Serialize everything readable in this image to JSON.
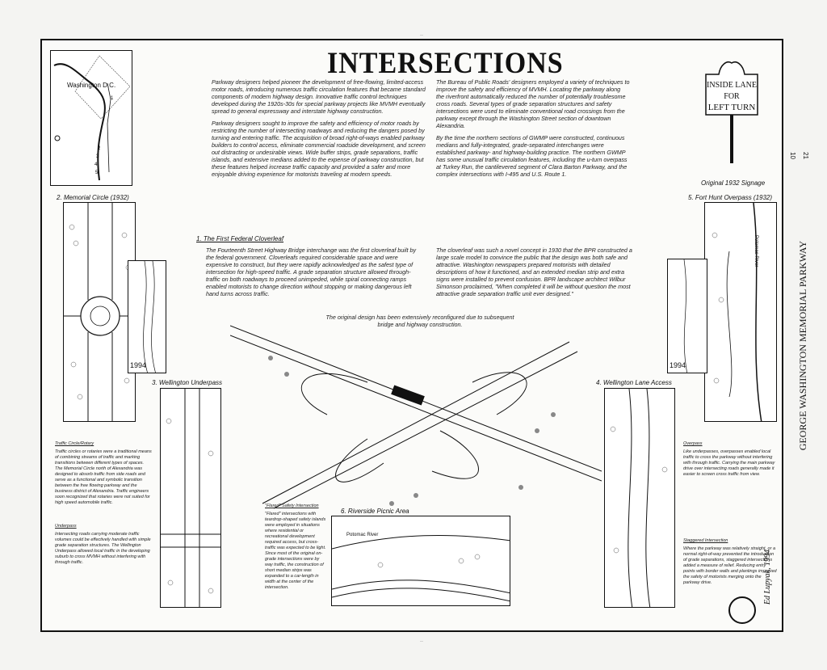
{
  "title": "INTERSECTIONS",
  "map_label": "Washington D.C.",
  "signage": {
    "line1": "INSIDE LANE",
    "line2": "FOR",
    "line3": "LEFT TURN",
    "caption": "Original 1932 Signage"
  },
  "intro_left": [
    "Parkway designers helped pioneer the development of free-flowing, limited-access motor roads, introducing numerous traffic circulation features that became standard components of modern highway design. Innovative traffic control techniques developed during the 1920s-30s for special parkway projects like MVMH eventually spread to general expressway and interstate highway construction.",
    "Parkway designers sought to improve the safety and efficiency of motor roads by restricting the number of intersecting roadways and reducing the dangers posed by turning and entering traffic. The acquisition of broad right-of-ways enabled parkway builders to control access, eliminate commercial roadside development, and screen out distracting or undesirable views. Wide buffer strips, grade separations, traffic islands, and extensive medians added to the expense of parkway construction, but these features helped increase traffic capacity and provided a safer and more enjoyable driving experience for motorists traveling at modern speeds."
  ],
  "intro_right": [
    "The Bureau of Public Roads' designers employed a variety of techniques to improve the safety and efficiency of MVMH. Locating the parkway along the riverfront automatically reduced the number of potentially troublesome cross roads. Several types of grade separation structures and safety intersections were used to eliminate conventional road crossings from the parkway except through the Washington Street section of downtown Alexandria.",
    "By the time the northern sections of GWMP were constructed, continuous medians and fully-integrated, grade-separated interchanges were established parkway- and highway-building practice. The northern GWMP has some unusual traffic circulation features, including the u-turn overpass at Turkey Run, the cantilevered segment of Clara Barton Parkway, and the complex intersections with I-495 and U.S. Route 1."
  ],
  "cloverleaf": {
    "heading": "1. The First Federal Cloverleaf",
    "left": "The Fourteenth Street Highway Bridge interchange was the first cloverleaf built by the federal government. Cloverleafs required considerable space and were expensive to construct, but they were rapidly acknowledged as the safest type of intersection for high-speed traffic. A grade separation structure allowed through-traffic on both roadways to proceed unimpeded, while spiral connecting ramps enabled motorists to change direction without stopping or making dangerous left hand turns across traffic.",
    "right": "The cloverleaf was such a novel concept in 1930 that the BPR constructed a large scale model to convince the public that the design was both safe and attractive. Washington newspapers prepared motorists with detailed descriptions of how it functioned, and an extended median strip and extra signs were installed to prevent confusion. BPR landscape architect Wilbur Simonson proclaimed, \"When completed it will be without question the most attractive grade separation traffic unit ever designed.\"",
    "note": "The original design has been extensively reconfigured due to subsequent bridge and highway construction."
  },
  "captions": {
    "memorial_circle": "2. Memorial Circle (1932)",
    "wellington_underpass": "3. Wellington Underpass",
    "wellington_lane": "4. Wellington Lane Access",
    "fort_hunt": "5. Fort Hunt Overpass (1932)",
    "riverside": "6. Riverside Picnic Area",
    "year_1994_a": "1994",
    "year_1994_b": "1994",
    "potomac": "Potomac River"
  },
  "left_notes": {
    "h1": "Traffic Circle/Rotary",
    "t1": "Traffic circles or rotaries were a traditional means of combining streams of traffic and marking transitions between different types of spaces. The Memorial Circle north of Alexandria was designed to absorb traffic from side roads and serve as a functional and symbolic transition between the free flowing parkway and the business district of Alexandria. Traffic engineers soon recognized that rotaries were not suited for high speed automobile traffic.",
    "h2": "Underpass",
    "t2": "Intersecting roads carrying moderate traffic volumes could be effectively handled with simple grade separation structures. The Wellington Underpass allowed local traffic in the developing suburb to cross MVMH without interfering with through traffic."
  },
  "right_notes": {
    "h1": "Overpass",
    "t1": "Like underpasses, overpasses enabled local traffic to cross the parkway without interfering with through traffic. Carrying the main parkway drive over intersecting roads generally made it easier to screen cross traffic from view.",
    "h2": "Staggered Intersection",
    "t2": "Where the parkway was relatively straight, or a normal right-of-way prevented the introduction of grade separations, staggered intersections added a measure of relief. Reducing entry points with border walls and plantings improved the safety of motorists merging onto the parkway drive."
  },
  "flared": {
    "heading": "\"Flared\" Safety Intersection",
    "text": "\"Flared\" intersections with teardrop-shaped safety islands were employed in situations where residential or recreational development required access, but cross-traffic was expected to be light. Since most of the original on-grade intersections were by way traffic, the construction of short median strips was expanded to a car-length in width at the center of the intersection."
  },
  "block": {
    "parkway": "GEORGE WASHINGTON MEMORIAL PARKWAY",
    "signature": "Ed Lupyak, 1994",
    "sheet": "10",
    "of": "21"
  }
}
